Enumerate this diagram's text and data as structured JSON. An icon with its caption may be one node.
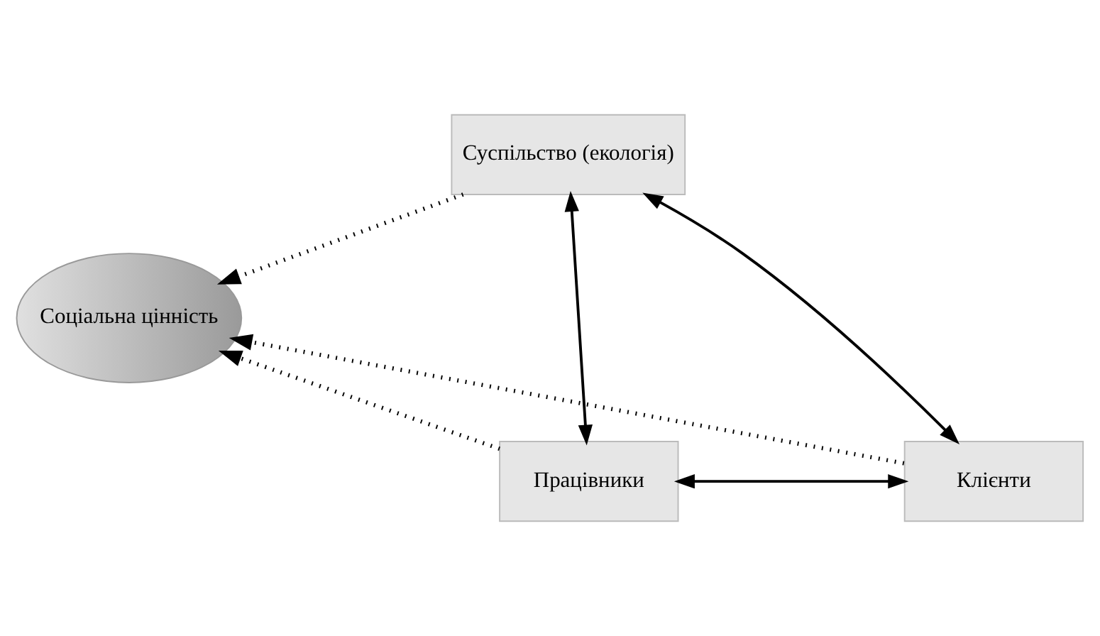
{
  "diagram": {
    "nodes": [
      {
        "text": [
          "Суспільство (екологія)"
        ]
      },
      {
        "text": [
          "Соціальна цінність"
        ]
      },
      {
        "text": [
          "Працівники"
        ]
      },
      {
        "text": [
          "Клієнти"
        ]
      }
    ],
    "edges": [
      {
        "from": 0,
        "to": 2,
        "arrow": "both"
      },
      {
        "from": 0,
        "to": 3,
        "arrow": "both"
      },
      {
        "from": 2,
        "to": 3,
        "arrow": "both"
      },
      {
        "from": 0,
        "to": 1,
        "arrow": "to",
        "style": "dashed"
      },
      {
        "from": 2,
        "to": 1,
        "arrow": "to",
        "style": "dashed"
      },
      {
        "from": 3,
        "to": 1,
        "arrow": "to",
        "style": "dashed"
      }
    ]
  }
}
